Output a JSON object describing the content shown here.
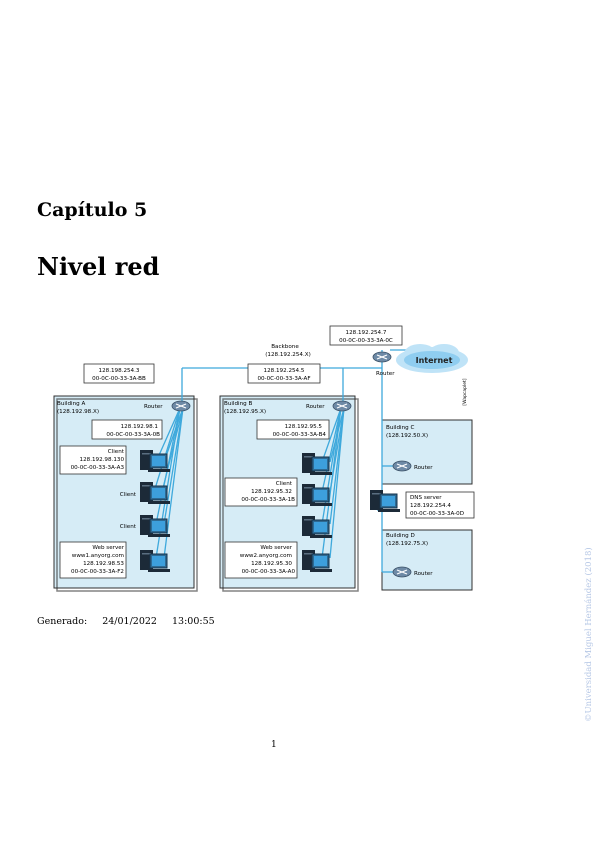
{
  "page": {
    "chapter": "Capítulo 5",
    "title": "Nivel red",
    "generated_label": "Generado:",
    "generated_date": "24/01/2022",
    "generated_time": "13:00:55",
    "page_number": "1",
    "copyright": "©Universidad Miguel Hernández (2018)"
  },
  "diagram": {
    "internet": "Internet",
    "attribution": "[Wapcaplet]",
    "backbone": {
      "label": "Backbone",
      "net": "(128.192.254.X)"
    },
    "main_router": {
      "ip": "128.192.254.7",
      "mac": "00-0C-00-33-3A-0C",
      "label": "Router"
    },
    "building_a": {
      "name": "Building A",
      "net": "(128.192.98.X)",
      "router": "Router",
      "uplink_ip": "128.198.254.3",
      "uplink_mac": "00-0C-00-33-3A-BB",
      "lan_ip": "128.192.98.1",
      "lan_mac": "00-0C-00-33-3A-0B",
      "client1_label": "Client",
      "client1_ip": "128.192.98.130",
      "client1_mac": "00-0C-00-33-3A-A3",
      "client2": "Client",
      "client3": "Client",
      "web_label": "Web server",
      "web_host": "www1.anyorg.com",
      "web_ip": "128.192.98.53",
      "web_mac": "00-0C-00-33-3A-F2"
    },
    "building_b": {
      "name": "Building B",
      "net": "(128.192.95.X)",
      "router": "Router",
      "uplink_ip": "128.192.254.5",
      "uplink_mac": "00-0C-00-33-3A-AF",
      "lan_ip": "128.192.95.5",
      "lan_mac": "00-0C-00-33-3A-B4",
      "client_label": "Client",
      "client_ip": "128.192.95.32",
      "client_mac": "00-0C-00-33-3A-1B",
      "web_label": "Web server",
      "web_host": "www2.anyorg.com",
      "web_ip": "128.192.95.30",
      "web_mac": "00-0C-00-33-3A-A0"
    },
    "building_c": {
      "name": "Building C",
      "net": "(128.192.50.X)",
      "router": "Router"
    },
    "dns": {
      "label": "DNS server",
      "ip": "128.192.254.4",
      "mac": "00-0C-00-33-3A-0D"
    },
    "building_d": {
      "name": "Building D",
      "net": "(128.192.75.X)",
      "router": "Router"
    }
  }
}
